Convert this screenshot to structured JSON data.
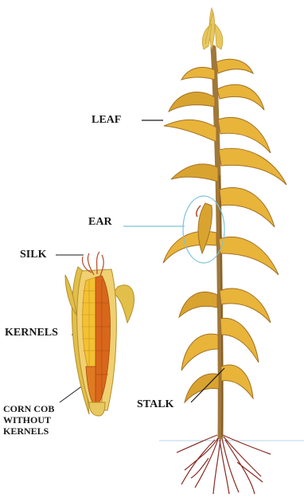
{
  "labels": {
    "leaf": "LEAF",
    "ear": "EAR",
    "silk": "SILK",
    "kernels": "KERNELS",
    "stalk": "STALK",
    "cob": [
      "CORN COB",
      "WITHOUT",
      "KERNELS"
    ]
  },
  "colors": {
    "leaf": "#e8b43a",
    "leaf_shade": "#c98f22",
    "stalk": "#a0783a",
    "kernel": "#f2c232",
    "cob": "#d9671b",
    "silk": "#b2492c",
    "husk": "#e2bf4a",
    "root": "#8a2a22",
    "pointer_line": "#7ec3d8"
  }
}
